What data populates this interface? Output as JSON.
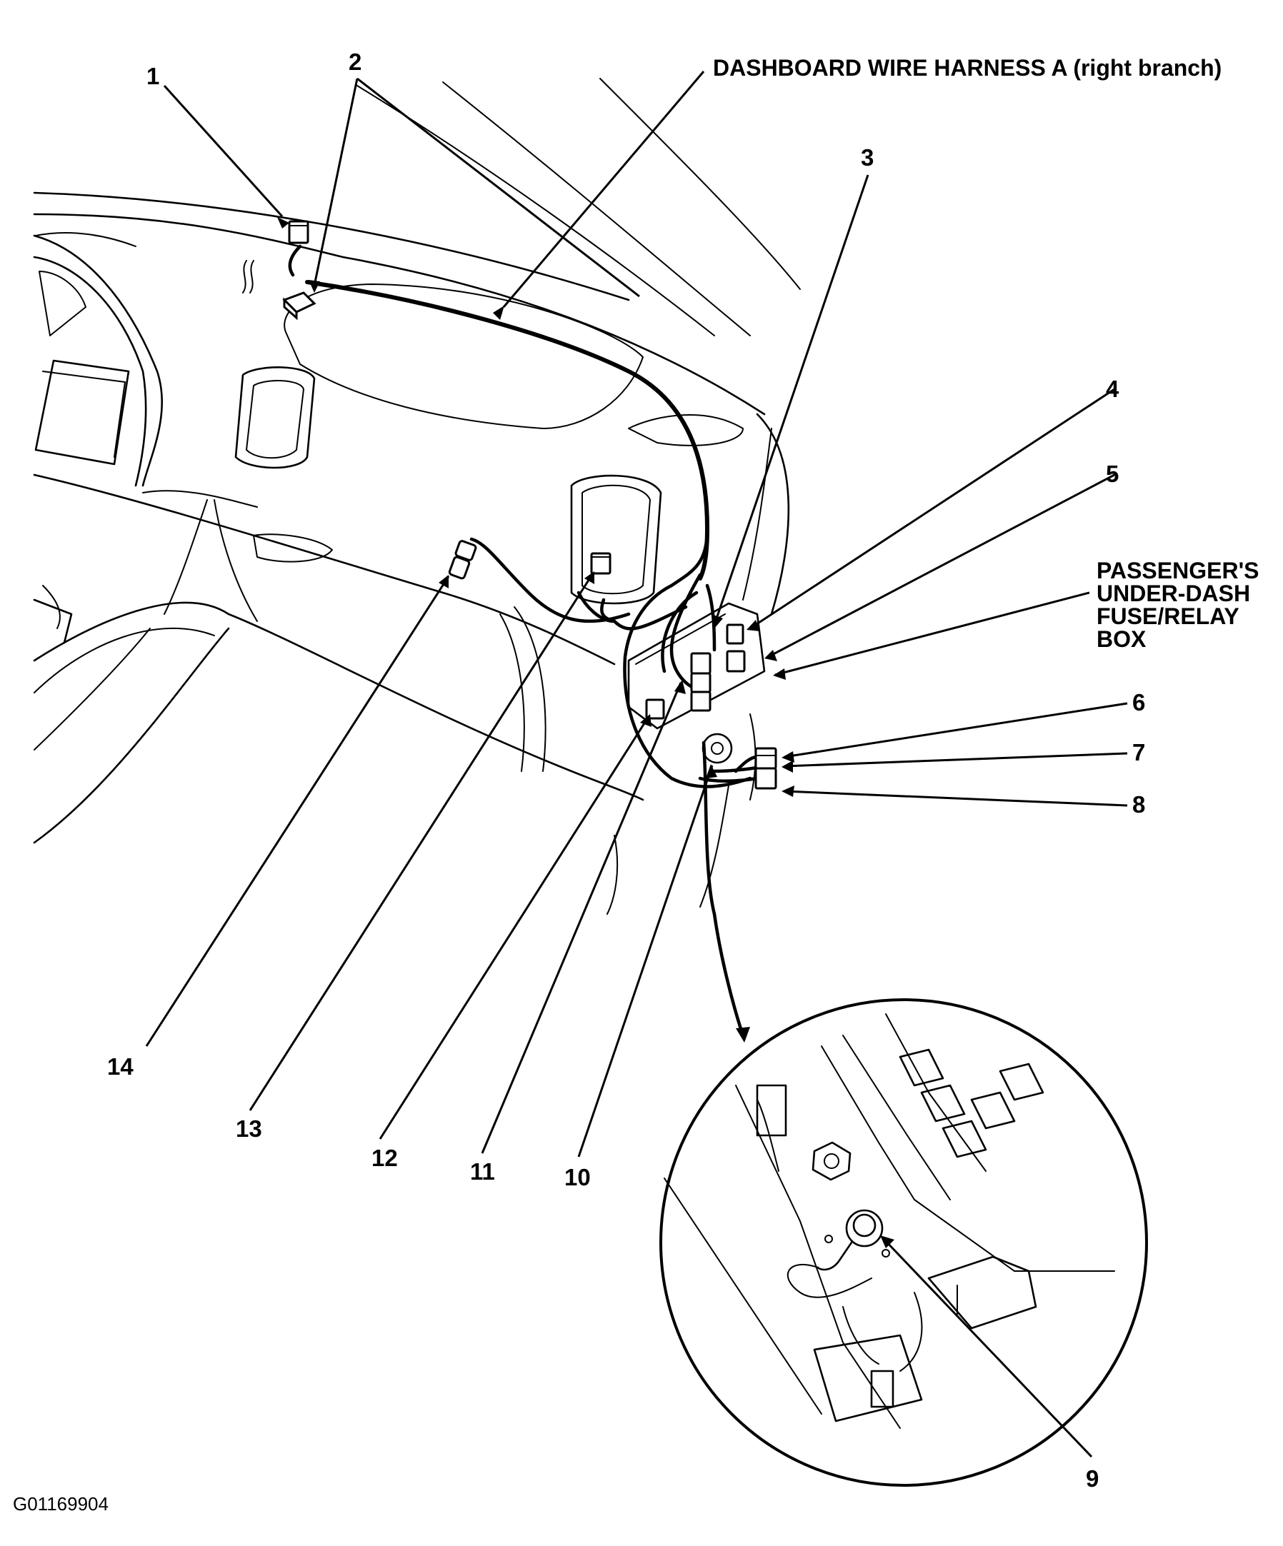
{
  "title": "DASHBOARD WIRE HARNESS A (right branch)",
  "fuse_box_label": [
    "PASSENGER'S",
    "UNDER-DASH",
    "FUSE/RELAY",
    "BOX"
  ],
  "callouts": [
    "1",
    "2",
    "3",
    "4",
    "5",
    "6",
    "7",
    "8",
    "9",
    "10",
    "11",
    "12",
    "13",
    "14"
  ],
  "figure_code": "G01169904",
  "icons": {
    "connector": "connector-block-icon",
    "ground": "ground-terminal-icon",
    "detail": "detail-magnifier-circle"
  }
}
